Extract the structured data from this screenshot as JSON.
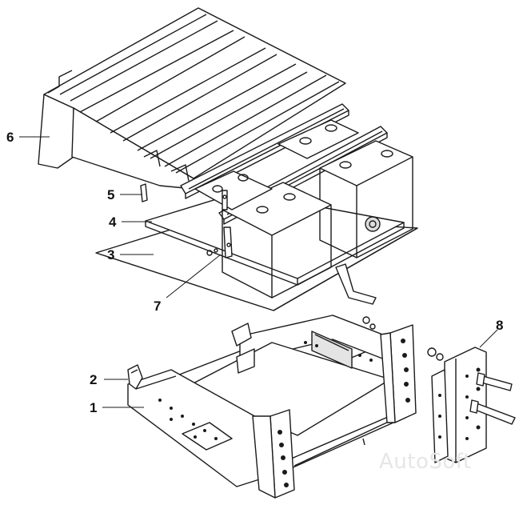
{
  "diagram": {
    "callouts": [
      {
        "id": "c1",
        "text": "1"
      },
      {
        "id": "c2",
        "text": "2"
      },
      {
        "id": "c3",
        "text": "3"
      },
      {
        "id": "c4",
        "text": "4"
      },
      {
        "id": "c5",
        "text": "5"
      },
      {
        "id": "c6",
        "text": "6"
      },
      {
        "id": "c7",
        "text": "7"
      },
      {
        "id": "c8",
        "text": "8"
      }
    ],
    "watermark": "AutoSoft"
  }
}
